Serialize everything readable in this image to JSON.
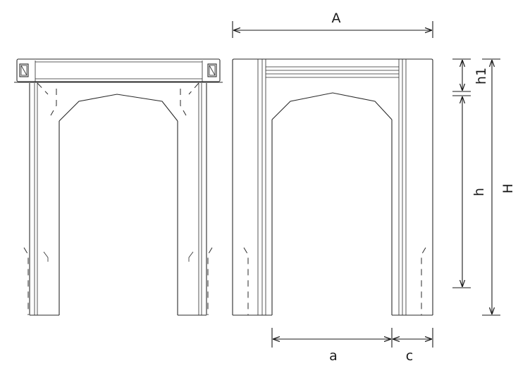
{
  "diagram": {
    "dimension_labels": {
      "A": "A",
      "h1": "h1",
      "h": "h",
      "H": "H",
      "a": "a",
      "c": "c"
    },
    "line_color": "#2a2a2a",
    "background": "#ffffff"
  }
}
